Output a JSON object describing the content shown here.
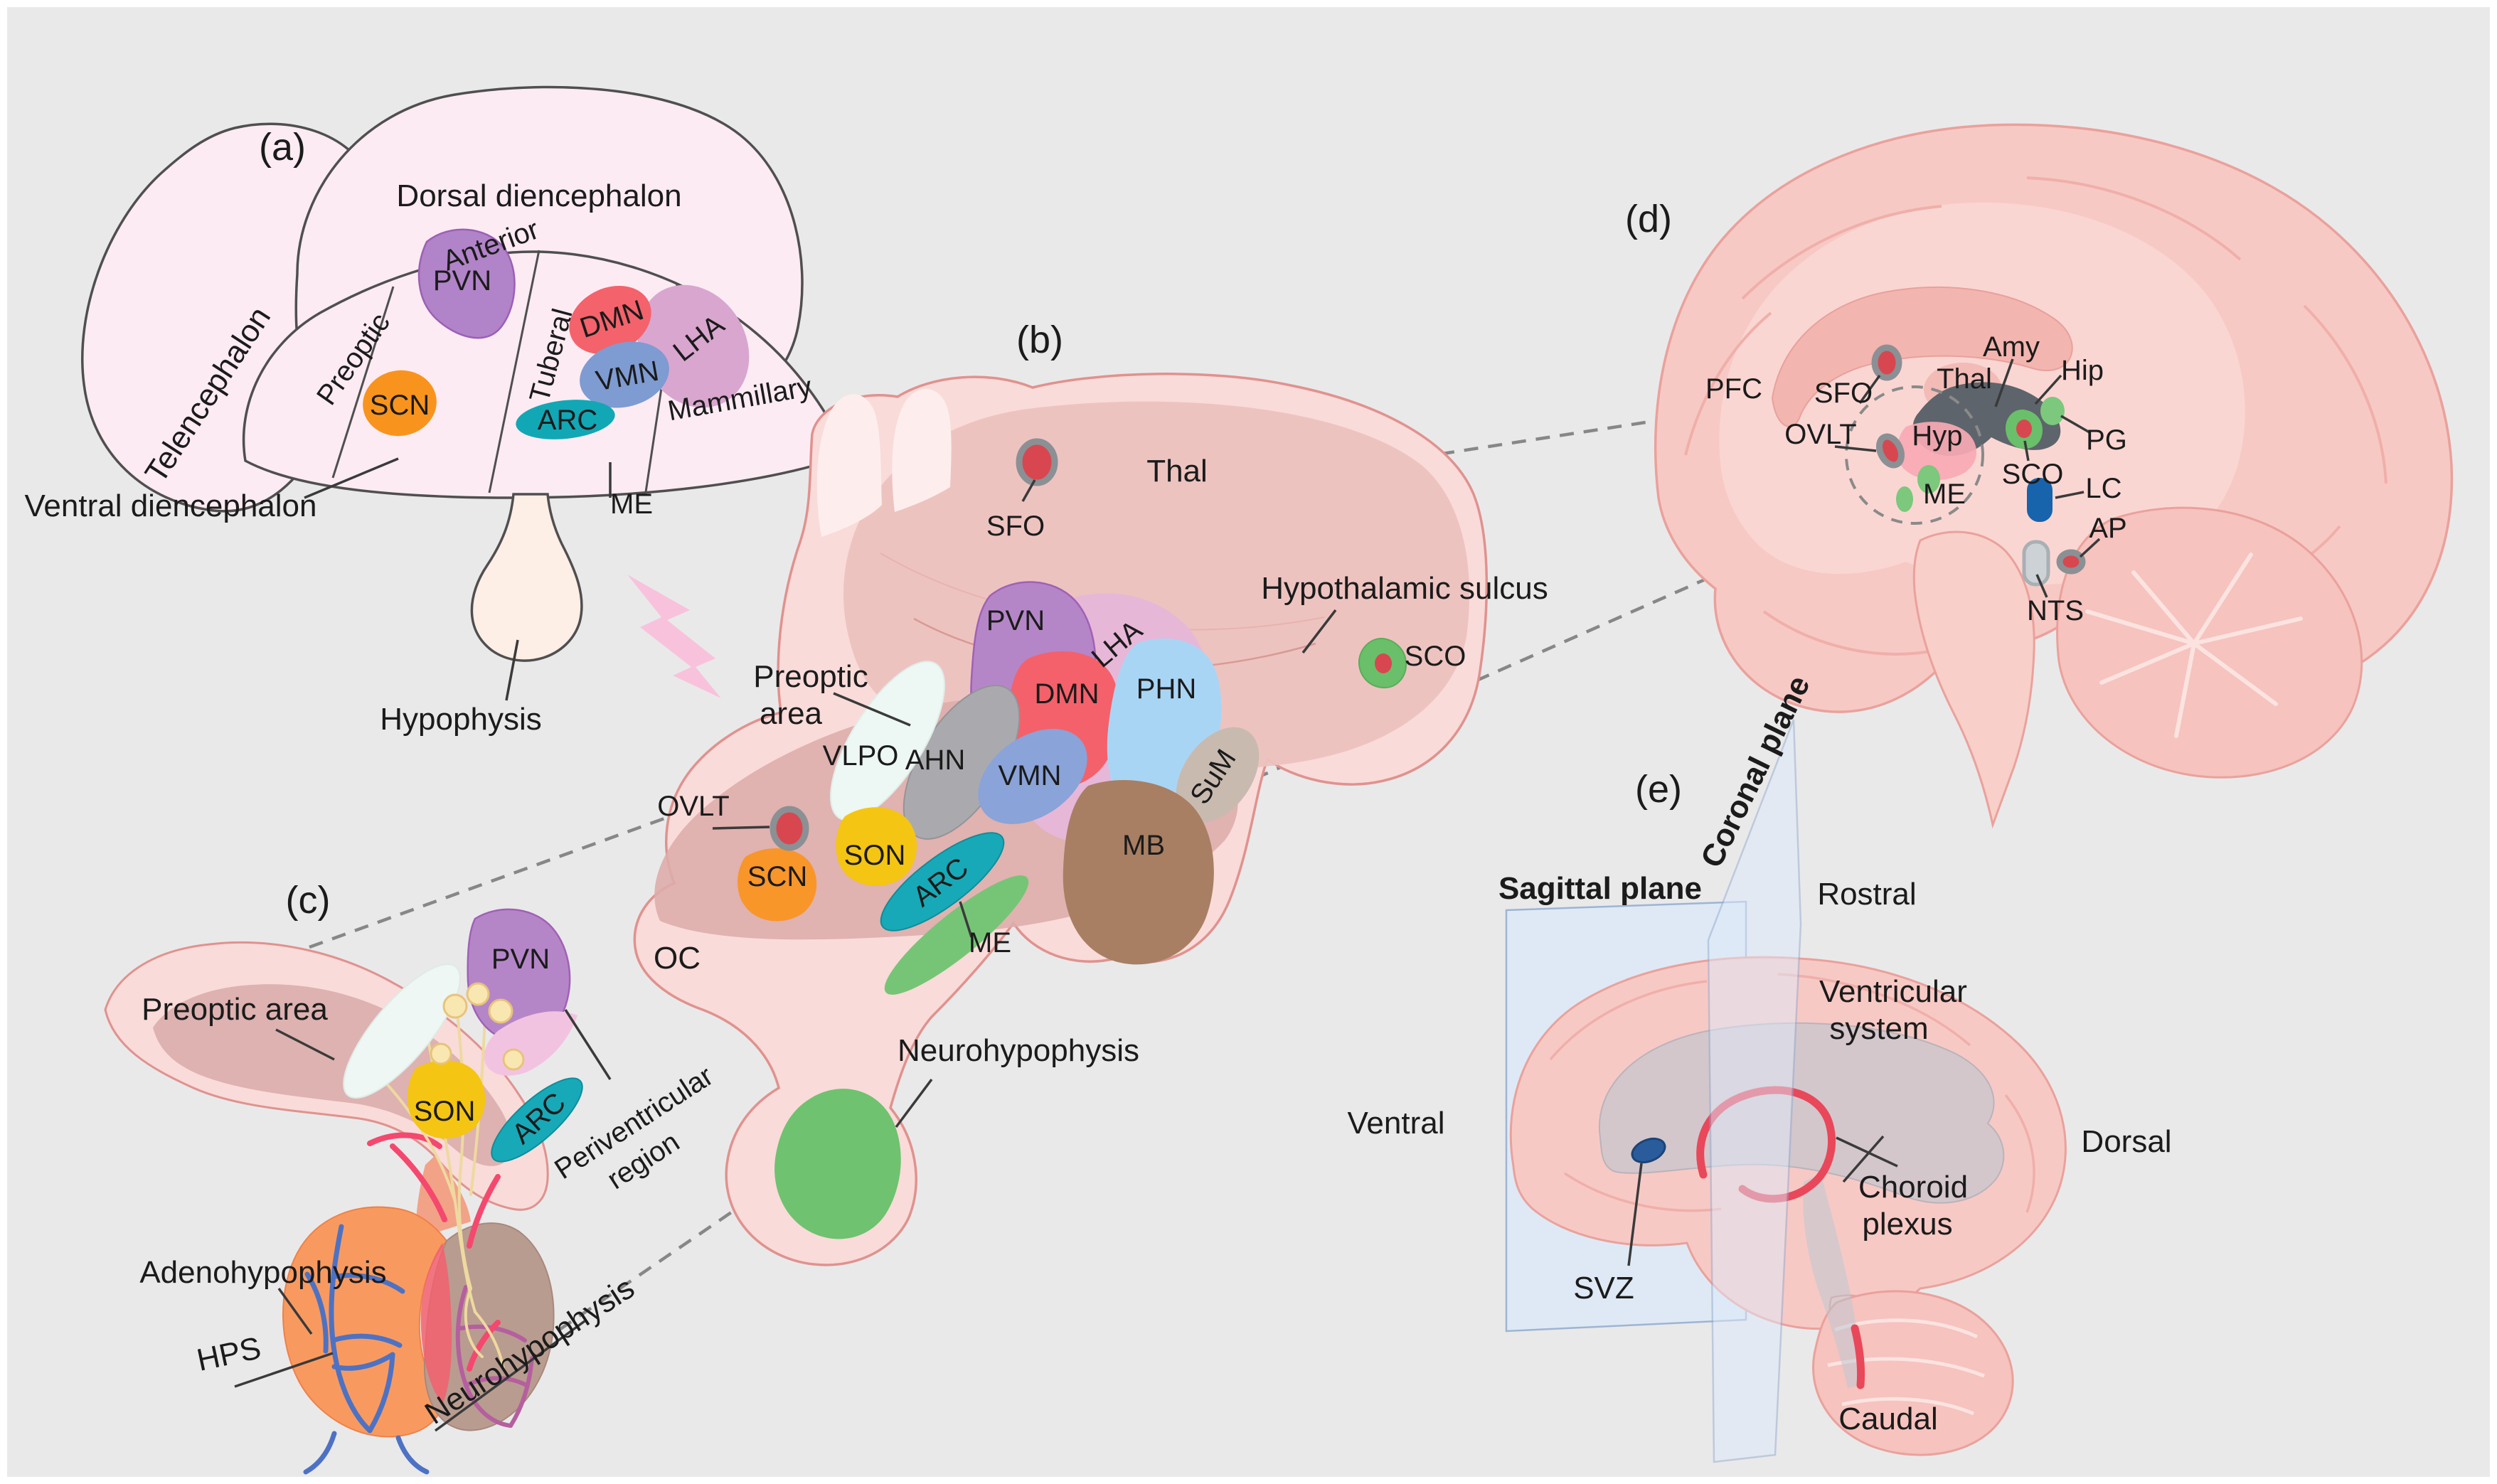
{
  "colors": {
    "background": "#e9e9ea",
    "panel_fill": "#fcebf3",
    "outline": "#4f4f4f",
    "hypothalamus_outer": "#f9dbd9",
    "hypothalamus_inner": "#ddadab",
    "thal_region": "#ecc2bf",
    "pvn": "#b586c7",
    "scn": "#f8962a",
    "dmn": "#f4616b",
    "vmn": "#8aa3d8",
    "lha": "#e7b7d8",
    "arc": "#17a9b7",
    "me_green": "#76c576",
    "son": "#f4c513",
    "vlpo": "#edf7f3",
    "ahn": "#aaaaae",
    "phn": "#a9d5f5",
    "mb": "#a87f63",
    "sum": "#c9bab0",
    "cvo_red": "#d8474f",
    "cvo_ring": "#8b9094",
    "sco_green": "#6abf6a",
    "lc_blue": "#1763ac",
    "nts_gray": "#ccd2d6",
    "adenohypophysis": "#f89a60",
    "neurohypophysis_tan": "#b99c90",
    "vessel_blue": "#4d72c4",
    "vessel_red": "#f5486e",
    "axon_yellow": "#eed9a0",
    "brain_fill": "#f7c9c5",
    "brain_stroke": "#eaa19b",
    "plane_blue": "#dde9f8",
    "ventricle_gray": "#b7c7d3",
    "choroid_red": "#e8485a",
    "svz_blue": "#2a5c9c",
    "arrow_pink": "#f8c2dc"
  },
  "panel_a": {
    "id": "(a)",
    "telencephalon": "Telencephalon",
    "dorsal": "Dorsal diencephalon",
    "preoptic": "Preoptic",
    "anterior": "Anterior",
    "tuberal": "Tuberal",
    "mammillary": "Mammillary",
    "pvn": "PVN",
    "scn": "SCN",
    "dmn": "DMN",
    "vmn": "VMN",
    "lha": "LHA",
    "arc": "ARC",
    "ventral": "Ventral  diencephalon",
    "me": "ME",
    "hypophysis": "Hypophysis"
  },
  "panel_b": {
    "id": "(b)",
    "thal": "Thal",
    "sfo": "SFO",
    "sulcus": "Hypothalamic sulcus",
    "preoptic_1": "Preoptic",
    "preoptic_2": "area",
    "vlpo": "VLPO",
    "ahn": "AHN",
    "pvn": "PVN",
    "lha": "LHA",
    "dmn": "DMN",
    "phn": "PHN",
    "vmn": "VMN",
    "ovlt": "OVLT",
    "scn": "SCN",
    "son": "SON",
    "arc": "ARC",
    "me": "ME",
    "mb": "MB",
    "sum": "SuM",
    "sco": "SCO",
    "oc": "OC",
    "neurohypophysis": "Neurohypophysis"
  },
  "panel_c": {
    "id": "(c)",
    "preoptic_area": "Preoptic area",
    "pvn": "PVN",
    "son": "SON",
    "arc": "ARC",
    "periventricular_1": "Periventricular",
    "periventricular_2": "region",
    "adenohypophysis": "Adenohypophysis",
    "hps": "HPS",
    "neurohypophysis": "Neurohypophysis"
  },
  "panel_d": {
    "id": "(d)",
    "sfo": "SFO",
    "pfc": "PFC",
    "ovlt": "OVLT",
    "hyp": "Hyp",
    "thal": "Thal",
    "amy": "Amy",
    "hip": "Hip",
    "pg": "PG",
    "sco": "SCO",
    "me": "ME",
    "lc": "LC",
    "ap": "AP",
    "nts": "NTS"
  },
  "panel_e": {
    "id": "(e)",
    "coronal": "Coronal plane",
    "sagittal": "Sagittal plane",
    "rostral": "Rostral",
    "ventral": "Ventral",
    "dorsal": "Dorsal",
    "caudal": "Caudal",
    "ventricular_1": "Ventricular",
    "ventricular_2": "system",
    "svz": "SVZ",
    "choroid_1": "Choroid",
    "choroid_2": "plexus"
  }
}
